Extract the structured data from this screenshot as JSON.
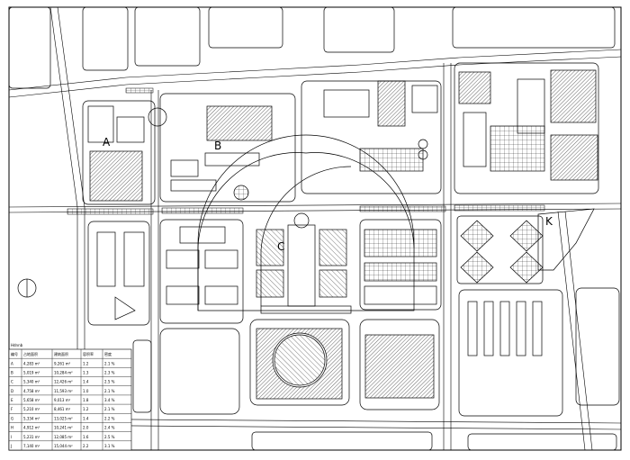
{
  "drawing": {
    "block_labels": [
      "A",
      "B",
      "C",
      "K"
    ],
    "table": {
      "title": "Hdnnb",
      "header": [
        "编号",
        "占地面积",
        "建筑面积",
        "容积率",
        "密度"
      ],
      "rows": [
        [
          "A",
          "4,283 m²",
          "9,261 m²",
          "1.2",
          "2.1 %"
        ],
        [
          "B",
          "5,019 m²",
          "10,284 m²",
          "1.3",
          "2.3 %"
        ],
        [
          "C",
          "5,340 m²",
          "12,426 m²",
          "1.4",
          "2.5 %"
        ],
        [
          "D",
          "4,758 m²",
          "11,593 m²",
          "1.0",
          "2.1 %"
        ],
        [
          "E",
          "5,658 m²",
          "9,013 m²",
          "1.8",
          "3.4 %"
        ],
        [
          "F",
          "5,210 m²",
          "8,461 m²",
          "1.2",
          "2.1 %"
        ],
        [
          "G",
          "5,334 m²",
          "13,025 m²",
          "1.4",
          "2.2 %"
        ],
        [
          "H",
          "4,912 m²",
          "10,241 m²",
          "2.0",
          "2.4 %"
        ],
        [
          "I",
          "5,231 m²",
          "12,085 m²",
          "1.6",
          "2.5 %"
        ],
        [
          "J",
          "7,140 m²",
          "15,044 m²",
          "2.2",
          "3.1 %"
        ]
      ]
    }
  }
}
